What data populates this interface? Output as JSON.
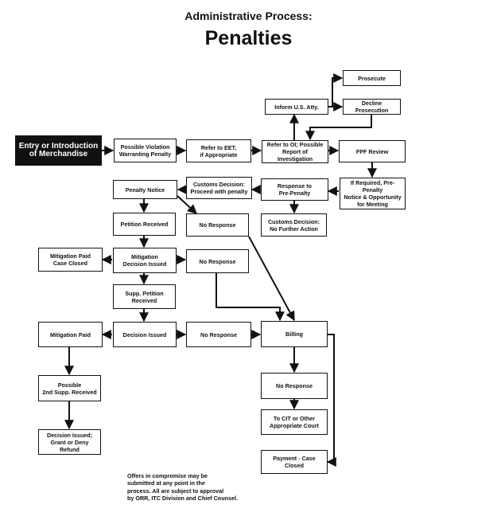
{
  "header": {
    "subtitle": "Administrative Process:",
    "title": "Penalties"
  },
  "boxes": {
    "entry": "Entry or Introduction\nof Merchandise",
    "possible_violation": "Possible Violation\nWarranting Penalty",
    "refer_eet": "Refer to EET,\nif Appropriate",
    "refer_oi": "Refer to OI; Possible\nReport of Investigation",
    "fpf_review": "FPF Review",
    "inform_us_atty": "Inform U.S. Atty.",
    "prosecute": "Prosecute",
    "decline_prosecution": "Decline Prosecution",
    "pre_penalty_notice": "If Required, Pre-Penalty\nNotice & Opportunity\nfor Meeting",
    "response_pre_penalty": "Response to\nPre-Penalty",
    "customs_decision_proceed": "Customs Decision:\nProceed with penalty",
    "customs_decision_no_further": "Customs Decision:\nNo Further Action",
    "penalty_notice": "Penalty Notice",
    "no_response_1": "No Response",
    "petition_received": "Petition Received",
    "mitigation_decision": "Mitigation\nDecision Issued",
    "mitigation_paid_closed": "Mitigation Paid\nCase Closed",
    "no_response_2": "No Response",
    "supp_petition": "Supp. Petition\nReceived",
    "decision_issued": "Decision Issued",
    "mitigation_paid": "Mitigation Paid",
    "no_response_3": "No Response",
    "billing": "Billing",
    "possible_2nd_supp": "Possible\n2nd Supp. Received",
    "no_response_4": "No Response",
    "decision_grant_deny": "Decision Issued;\nGrant or Deny Refund",
    "to_cit": "To CIT or Other\nAppropriate Court",
    "payment_closed": "Payment - Case Closed"
  },
  "footnote": "Offers in compromise may be\nsubmitted at any point in the\nprocess. All are subject to approval\nby ORR, ITC Division and Chief Counsel."
}
